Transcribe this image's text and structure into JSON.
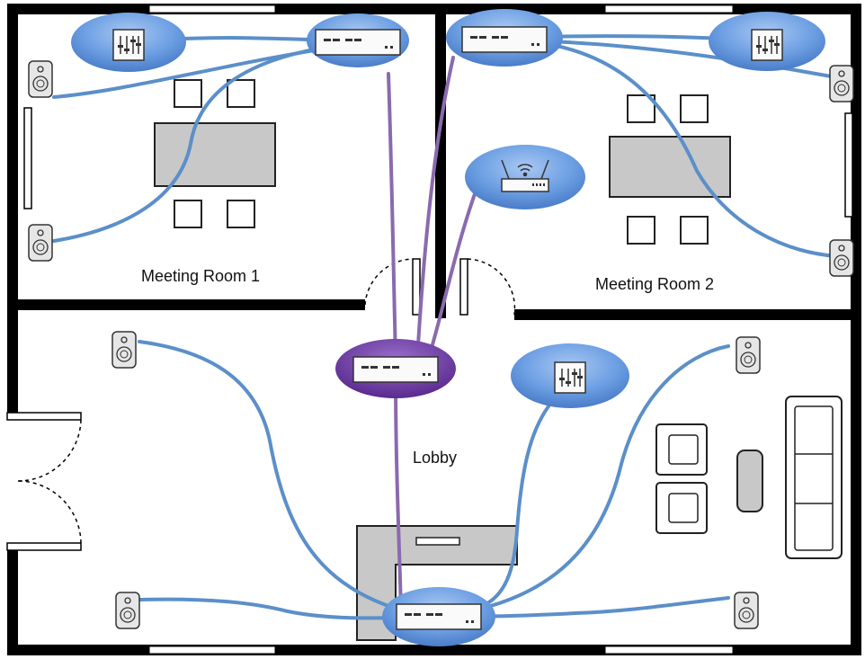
{
  "rooms": {
    "meeting_room_1": "Meeting Room 1",
    "meeting_room_2": "Meeting Room 2",
    "lobby": "Lobby"
  },
  "colors": {
    "wall": "#000000",
    "node_fill": "#5b8fdc",
    "node_core_fill": "#6a3a9c",
    "audio_cable": "#5b8fc9",
    "network_cable": "#8a6aae",
    "furniture_fill": "#c8c8c8",
    "speaker_fill": "#e0e0e0"
  },
  "icons": {
    "switch": "network-switch-icon",
    "dsp": "audio-mixer-icon",
    "wifi": "wireless-access-point-icon",
    "speaker": "speaker-icon"
  }
}
